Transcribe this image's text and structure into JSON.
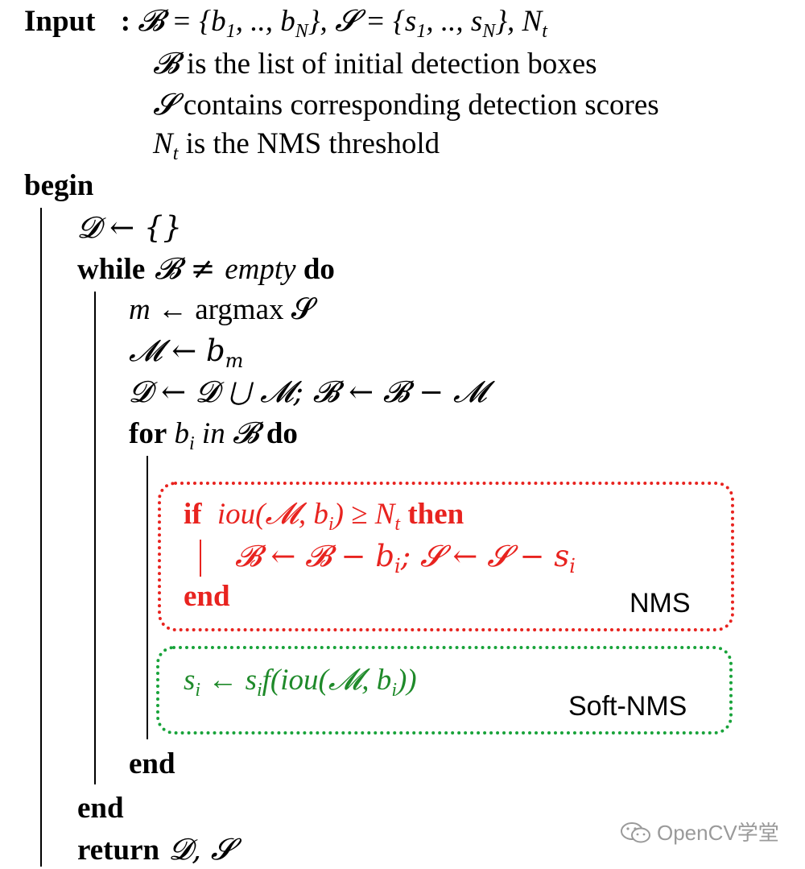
{
  "input": {
    "keyword": "Input",
    "colon": ":",
    "signature_sets": "𝓑 = {b",
    "sig_sub1": "1",
    "sig_mid1": ", .., b",
    "sig_subN": "N",
    "sig_mid2": "}, 𝓢 = {s",
    "sig_sub2": "1",
    "sig_mid3": ", .., s",
    "sig_subN2": "N",
    "sig_mid4": "}, N",
    "sig_subt": "t",
    "desc_b_sym": "𝓑",
    "desc_b": " is the list of initial detection boxes",
    "desc_s_sym": "𝓢",
    "desc_s": " contains corresponding detection scores",
    "desc_n_sym": "N",
    "desc_n_sub": "t",
    "desc_n": " is the NMS threshold"
  },
  "body": {
    "begin": "begin",
    "init": "𝓓 ← {}",
    "while_kw": "while",
    "while_cond_sym": " 𝓑 ≠ ",
    "while_cond_word": "empty",
    "do_kw": " do",
    "argmax_lhs": "m",
    "argmax_rhs": " ← argmax 𝓢",
    "m_assign": "𝓜 ← b",
    "m_assign_sub": "m",
    "update": "𝓓 ← 𝓓 ⋃ 𝓜; 𝓑 ← 𝓑 − 𝓜",
    "for_kw": "for",
    "for_var": " b",
    "for_var_sub": "i",
    "for_in": " in ",
    "for_set": "𝓑",
    "for_do": " do",
    "end_for": "end",
    "end_while": "end",
    "return_kw": "return",
    "return_val": " 𝓓, 𝓢"
  },
  "nms": {
    "if_kw": "if",
    "cond": "iou(𝓜, b",
    "cond_sub": "i",
    "cond_rest": ") ≥ N",
    "cond_sub_t": "t",
    "then_kw": " then",
    "stmt_a": "𝓑 ← 𝓑 − b",
    "stmt_a_sub": "i",
    "stmt_b": "; 𝓢 ← 𝓢 − s",
    "stmt_b_sub": "i",
    "end_kw": "end",
    "label": "NMS"
  },
  "soft_nms": {
    "lhs": "s",
    "lhs_sub": "i",
    "mid": " ← s",
    "mid_sub": "i",
    "rhs_a": "f(iou(𝓜, b",
    "rhs_sub": "i",
    "rhs_b": "))",
    "label": "Soft-NMS"
  },
  "watermark": {
    "icon": "wechat-icon",
    "text": "OpenCV学堂"
  },
  "colors": {
    "nms": "#e8231f",
    "soft_nms": "#1f8a2a",
    "watermark": "#9a9a9a"
  }
}
